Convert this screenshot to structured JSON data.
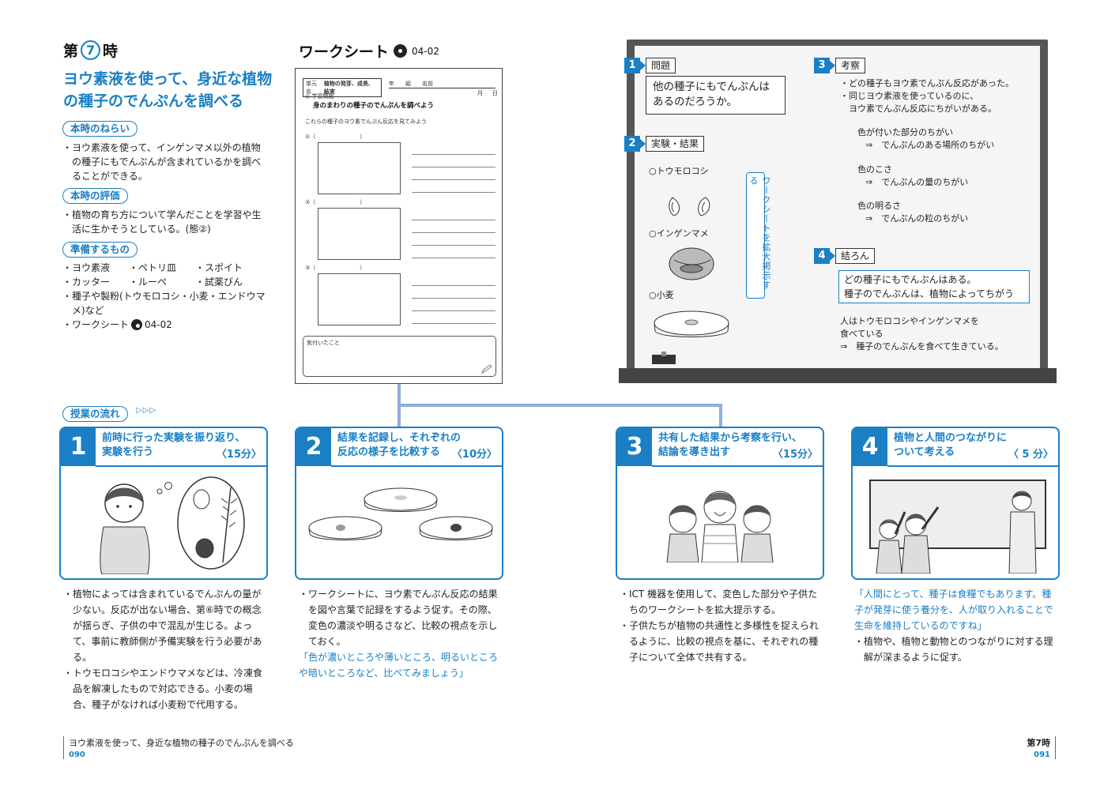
{
  "header": {
    "lesson_prefix": "第",
    "lesson_num": "7",
    "lesson_suffix": "時",
    "title": "ヨウ素液を使って、身近な植物の種子のでんぷんを調べる"
  },
  "aims": {
    "label": "本時のねらい",
    "items": [
      "ヨウ素液を使って、インゲンマメ以外の植物の種子にもでんぷんが含まれているかを調べることができる。"
    ]
  },
  "evaluation": {
    "label": "本時の評価",
    "items": [
      "植物の育ち方について学んだことを学習や生活に生かそうとしている。(態②)"
    ]
  },
  "materials": {
    "label": "準備するもの",
    "row1": [
      "ヨウ素液",
      "ペトリ皿",
      "スポイト"
    ],
    "row2": [
      "カッター",
      "ルーペ",
      "試薬びん"
    ],
    "row3": "種子や製粉(トウモロコシ・小麦・エンドウマメ)など",
    "row4_label": "ワークシート",
    "row4_code": "04-02"
  },
  "worksheet": {
    "heading": "ワークシート",
    "code": "04-02",
    "unit": "単元名",
    "unit_title": "植物の発芽、成長、結実",
    "year": "年",
    "class": "組",
    "name": "名前",
    "month": "月",
    "day": "日",
    "problem_label": "◎ 学習問題",
    "problem": "身のまわりの種子のでんぷんを調べよう",
    "instruction": "これらの種子のヨウ素でんぷん反応を見てみよう",
    "items": [
      "①（　　　　　　　　）",
      "②（　　　　　　　　）",
      "③（　　　　　　　　）"
    ],
    "notes_label": "気付いたこと"
  },
  "board": {
    "s1_label": "問題",
    "s1_text1": "他の種子にもでんぷんは",
    "s1_text2": "あるのだろうか。",
    "s2_label": "実験・結果",
    "seed1": "○トウモロコシ",
    "seed2": "○インゲンマメ",
    "seed3": "○小麦",
    "vertical_note": "ワークシートを拡大掲示する",
    "s3_label": "考察",
    "s3_lines": [
      "・どの種子もヨウ素でんぷん反応があった。",
      "・同じヨウ素液を使っているのに、",
      "　ヨウ素でんぷん反応にちがいがある。"
    ],
    "c1a": "色が付いた部分のちがい",
    "c1b": "⇒　でんぷんのある場所のちがい",
    "c2a": "色のこさ",
    "c2b": "⇒　でんぷんの量のちがい",
    "c3a": "色の明るさ",
    "c3b": "⇒　でんぷんの粒のちがい",
    "s4_label": "結ろん",
    "s4_box1": "どの種子にもでんぷんはある。",
    "s4_box2": "種子のでんぷんは、植物によってちがう",
    "s4_l1": "人はトウモロコシやインゲンマメを",
    "s4_l2": "食べている",
    "s4_l3": "⇒　種子のでんぷんを食べて生きている。",
    "nums": [
      "1",
      "2",
      "3",
      "4"
    ]
  },
  "flow": {
    "label": "授業の流れ",
    "arrows": "▷▷▷",
    "steps": [
      {
        "num": "1",
        "title1": "前時に行った実験を振り返り、",
        "title2": "実験を行う",
        "minutes": "〈15分〉"
      },
      {
        "num": "2",
        "title1": "結果を記録し、それぞれの",
        "title2": "反応の様子を比較する",
        "minutes": "〈10分〉"
      },
      {
        "num": "3",
        "title1": "共有した結果から考察を行い、",
        "title2": "結論を導き出す",
        "minutes": "〈15分〉"
      },
      {
        "num": "4",
        "title1": "植物と人間のつながりに",
        "title2": "ついて考える",
        "minutes": "〈 5 分〉"
      }
    ]
  },
  "notes": {
    "n1a": "植物によっては含まれているでんぷんの量が少ない。反応が出ない場合、第⑥時での概念が揺らぎ、子供の中で混乱が生じる。よって、事前に教師側が予備実験を行う必要がある。",
    "n1b": "トウモロコシやエンドウマメなどは、冷凍食品を解凍したもので対応できる。小麦の場合、種子がなければ小麦粉で代用する。",
    "n2a": "ワークシートに、ヨウ素でんぷん反応の結果を図や言葉で記録をするよう促す。その際、変色の濃淡や明るさなど、比較の視点を示しておく。",
    "n2q": "「色が濃いところや薄いところ、明るいところや暗いところなど、比べてみましょう」",
    "n3a": "ICT 機器を使用して、変色した部分や子供たちのワークシートを拡大提示する。",
    "n3b": "子供たちが植物の共通性と多様性を捉えられるように、比較の視点を基に、それぞれの種子について全体で共有する。",
    "n4q": "「人間にとって、種子は食糧でもあります。種子が発芽に使う養分を、人が取り入れることで生命を維持しているのですね」",
    "n4a": "植物や、植物と動物とのつながりに対する理解が深まるように促す。"
  },
  "footer": {
    "left_title": "ヨウ素液を使って、身近な植物の種子のでんぷんを調べる",
    "left_page": "090",
    "right_title": "第7時",
    "right_page": "091"
  },
  "colors": {
    "accent": "#1a7fc4"
  }
}
